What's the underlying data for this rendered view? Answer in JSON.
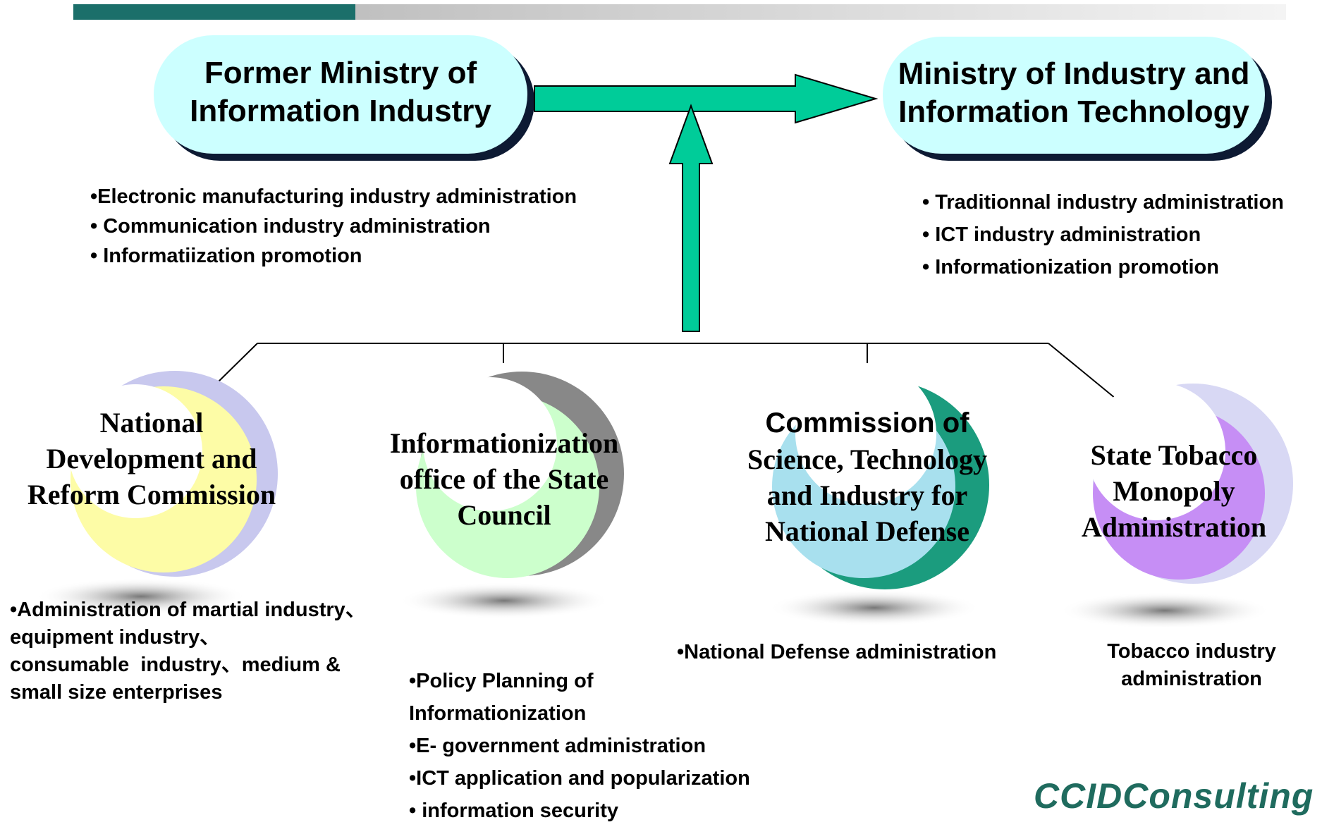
{
  "top_boxes": {
    "former": {
      "line1": "Former Ministry of",
      "line2": "Information Industry"
    },
    "new": {
      "line1": "Ministry of Industry and",
      "line2": "Information Technology"
    }
  },
  "former_functions": [
    "•Electronic manufacturing industry administration",
    "• Communication industry administration",
    "• Informatiization promotion"
  ],
  "new_functions": [
    "• Traditionnal industry administration",
    "• ICT industry administration",
    "• Informationization promotion"
  ],
  "agencies": [
    {
      "lines": [
        "National",
        "Development and",
        "Reform Commission"
      ],
      "color": "#fdfca6",
      "ring": "#c8c8ee"
    },
    {
      "lines": [
        "Informationization",
        "office of the State",
        "Council"
      ],
      "color": "#ccffcc",
      "ring": "#888888"
    },
    {
      "lines": [
        "Commission of",
        "Science, Technology",
        "and Industry for",
        "National Defense"
      ],
      "color": "#a8e0ee",
      "ring": "#1b9c7e"
    },
    {
      "lines": [
        "State Tobacco",
        "Monopoly",
        "Administration"
      ],
      "color": "#c68ef5",
      "ring": "#d8d8f4"
    }
  ],
  "agency_functions": {
    "ndrc": [
      "•Administration of martial industry、",
      "equipment industry、",
      "consumable  industry、medium &",
      "small size enterprises"
    ],
    "info_office": [
      "•Policy Planning of",
      "Informationization",
      "•E- government administration",
      "•ICT application and popularization",
      "• information security"
    ],
    "defense": [
      "•National Defense administration"
    ],
    "tobacco": [
      "Tobacco industry",
      "administration"
    ]
  },
  "logo": "CCIDConsulting",
  "colors": {
    "arrow": "#00cc99",
    "box_fill": "#ccffff",
    "box_shadow": "#0d1a33",
    "header_dark": "#1b6f6a"
  }
}
